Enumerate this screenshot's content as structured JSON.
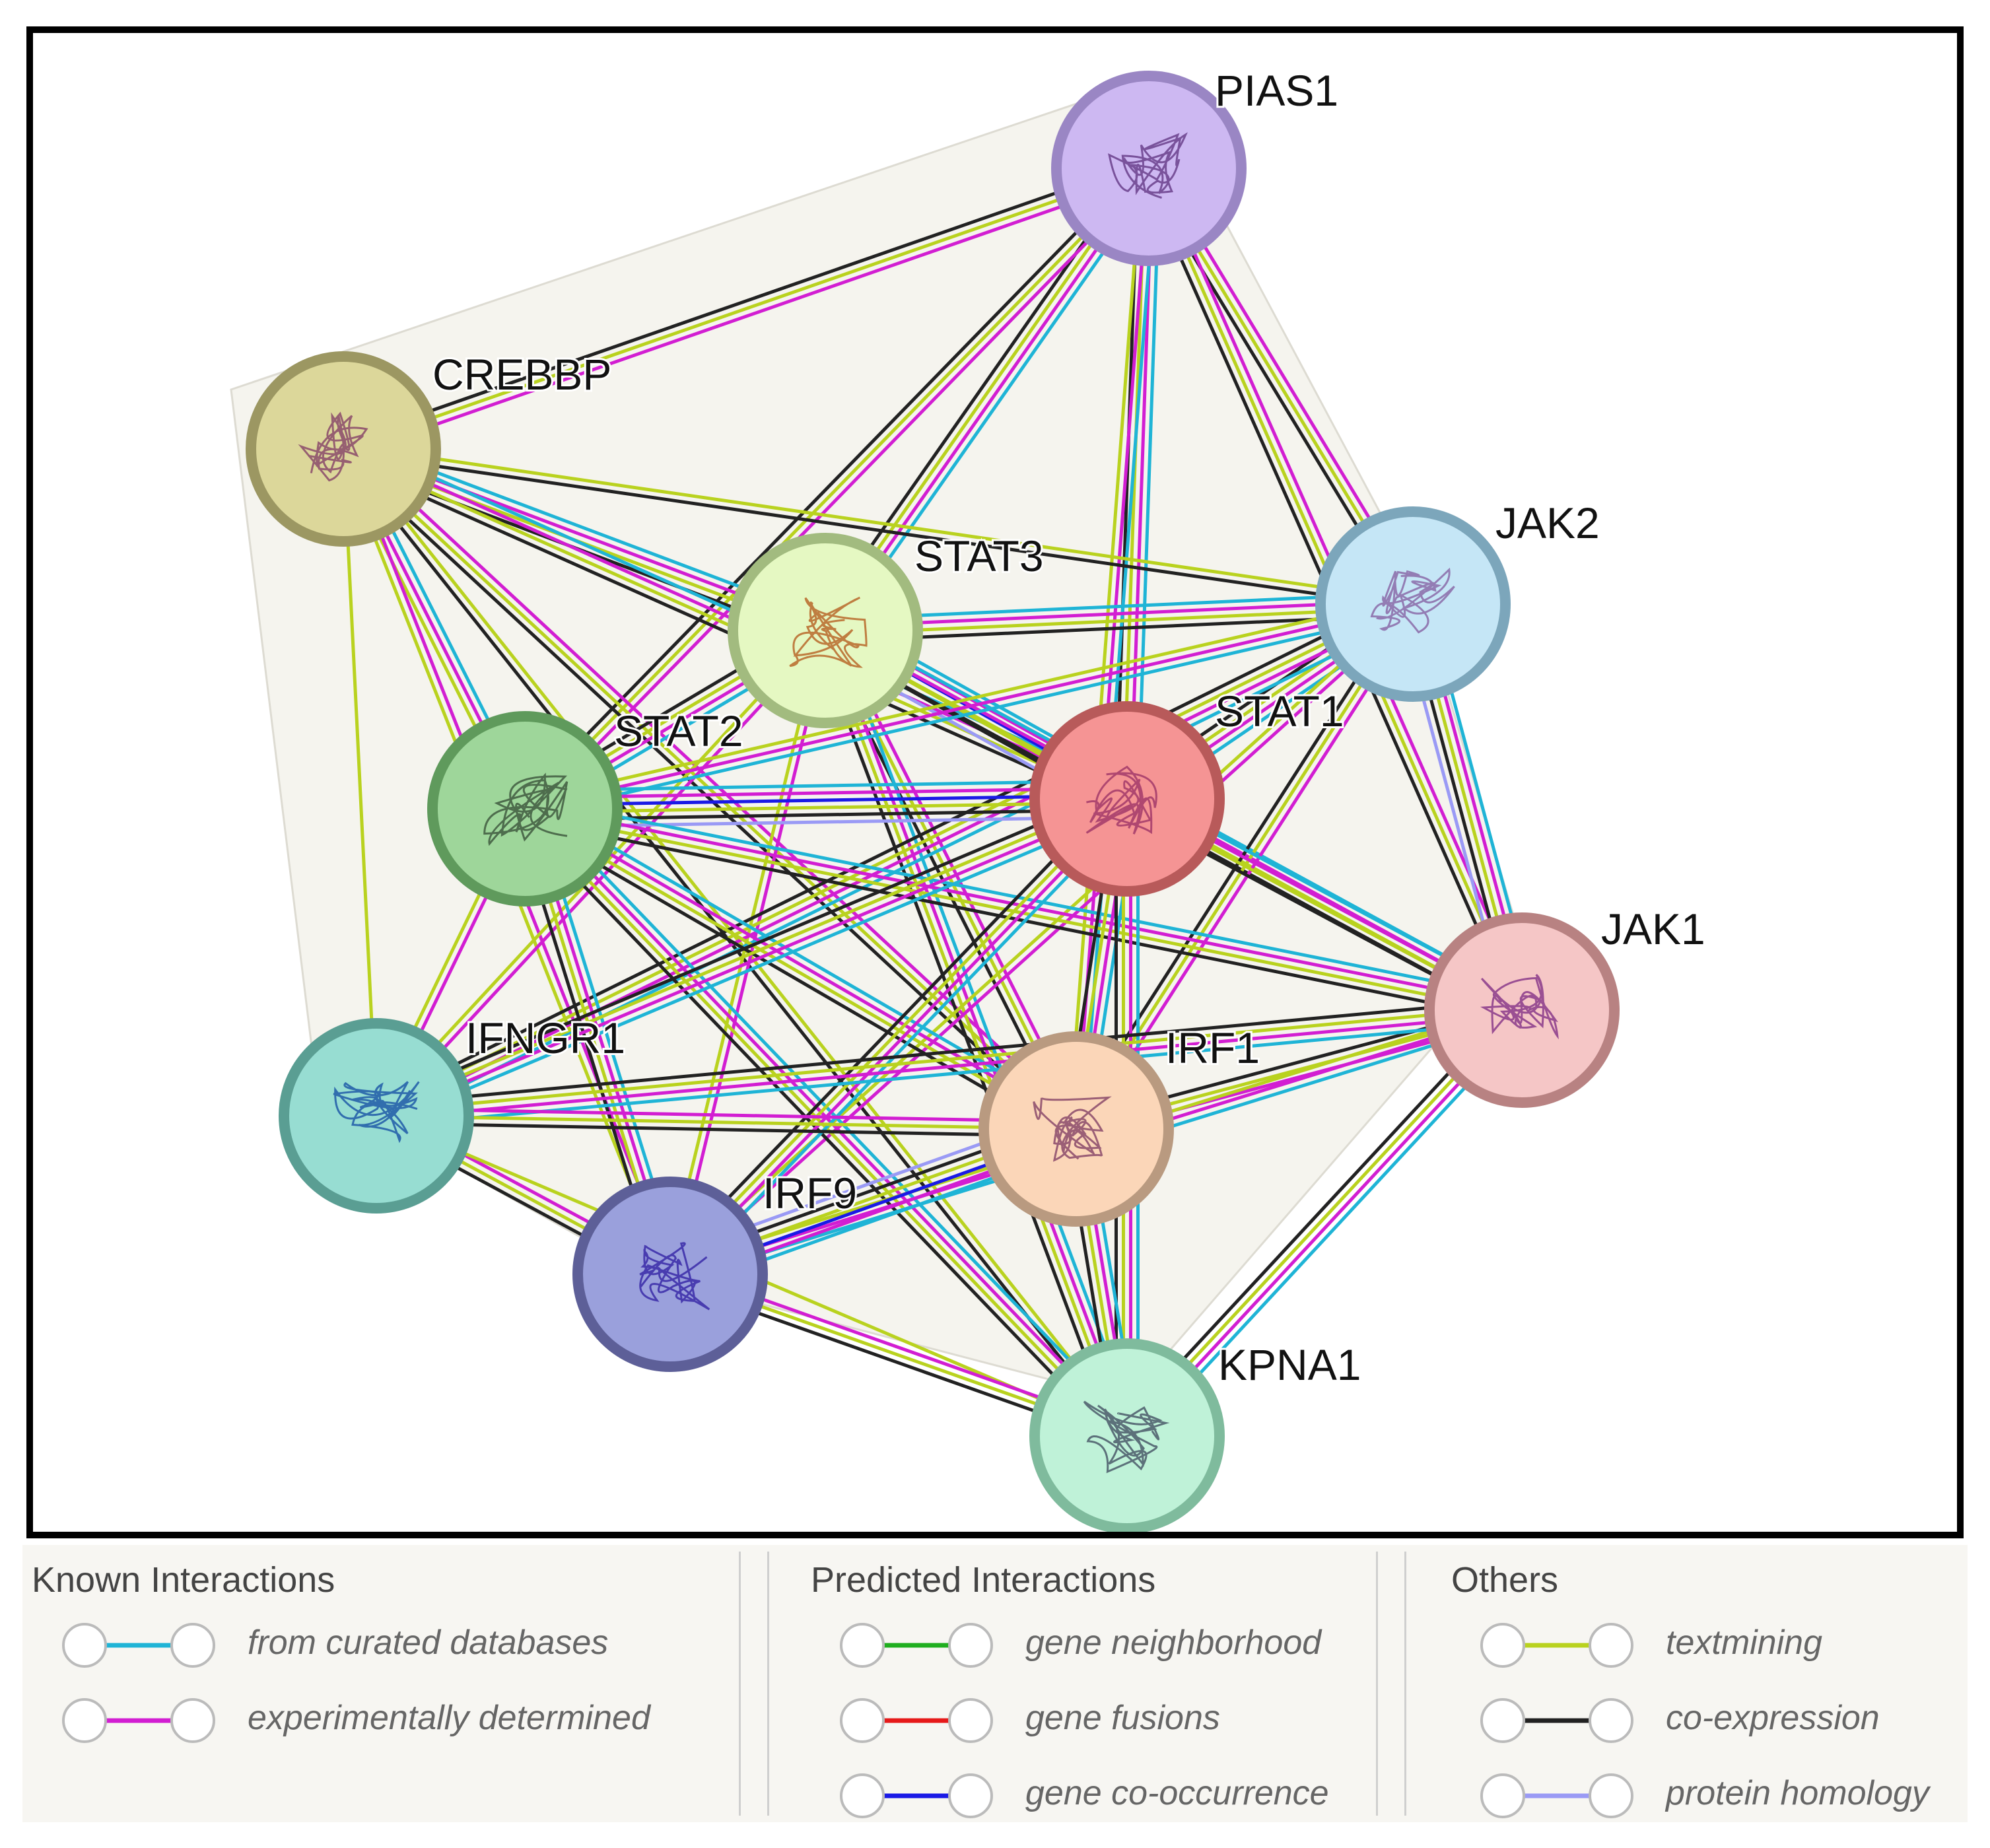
{
  "nodes": [
    {
      "id": "PIAS1",
      "label": "PIAS1",
      "fill": "#cdb8f2",
      "stroke": "#9a86c4",
      "art": "#6a3f8c"
    },
    {
      "id": "CREBBP",
      "label": "CREBBP",
      "fill": "#dcd79a",
      "stroke": "#9c9762",
      "art": "#8a4a6a"
    },
    {
      "id": "STAT3",
      "label": "STAT3",
      "fill": "#e5f8c2",
      "stroke": "#a2bb7f",
      "art": "#b8682a"
    },
    {
      "id": "JAK2",
      "label": "JAK2",
      "fill": "#c5e6f6",
      "stroke": "#7ca6bb",
      "art": "#8a6aa8"
    },
    {
      "id": "STAT2",
      "label": "STAT2",
      "fill": "#9ed69a",
      "stroke": "#5f9a5c",
      "art": "#3f5a3f"
    },
    {
      "id": "STAT1",
      "label": "STAT1",
      "fill": "#f59494",
      "stroke": "#b85a5a",
      "art": "#a23a6a"
    },
    {
      "id": "JAK1",
      "label": "JAK1",
      "fill": "#f5c6c6",
      "stroke": "#b88282",
      "art": "#8a3a8a"
    },
    {
      "id": "IFNGR1",
      "label": "IFNGR1",
      "fill": "#97ddd2",
      "stroke": "#5a9e93",
      "art": "#1f5aa8"
    },
    {
      "id": "IRF1",
      "label": "IRF1",
      "fill": "#fbd6b8",
      "stroke": "#b99a80",
      "art": "#8a4a6a"
    },
    {
      "id": "IRF9",
      "label": "IRF9",
      "fill": "#9aa0dc",
      "stroke": "#5d5f98",
      "art": "#3a2aa8"
    },
    {
      "id": "KPNA1",
      "label": "KPNA1",
      "fill": "#bff2d8",
      "stroke": "#7fbb9d",
      "art": "#4a5a6a"
    }
  ],
  "edges": [
    {
      "a": "PIAS1",
      "b": "CREBBP",
      "evidence": [
        "experimental",
        "textmining",
        "coexpression"
      ]
    },
    {
      "a": "PIAS1",
      "b": "STAT3",
      "evidence": [
        "curated",
        "experimental",
        "textmining",
        "coexpression"
      ]
    },
    {
      "a": "PIAS1",
      "b": "STAT2",
      "evidence": [
        "experimental",
        "textmining",
        "coexpression"
      ]
    },
    {
      "a": "PIAS1",
      "b": "STAT1",
      "evidence": [
        "curated",
        "experimental",
        "textmining",
        "coexpression"
      ]
    },
    {
      "a": "PIAS1",
      "b": "JAK2",
      "evidence": [
        "experimental",
        "textmining",
        "coexpression"
      ]
    },
    {
      "a": "PIAS1",
      "b": "JAK1",
      "evidence": [
        "experimental",
        "textmining",
        "coexpression"
      ]
    },
    {
      "a": "PIAS1",
      "b": "IRF1",
      "evidence": [
        "curated",
        "experimental",
        "textmining"
      ]
    },
    {
      "a": "CREBBP",
      "b": "STAT3",
      "evidence": [
        "curated",
        "experimental",
        "textmining",
        "coexpression"
      ]
    },
    {
      "a": "CREBBP",
      "b": "STAT2",
      "evidence": [
        "curated",
        "experimental",
        "textmining"
      ]
    },
    {
      "a": "CREBBP",
      "b": "STAT1",
      "evidence": [
        "curated",
        "experimental",
        "textmining",
        "coexpression"
      ]
    },
    {
      "a": "CREBBP",
      "b": "JAK2",
      "evidence": [
        "textmining",
        "coexpression"
      ]
    },
    {
      "a": "CREBBP",
      "b": "IRF1",
      "evidence": [
        "experimental",
        "textmining",
        "coexpression"
      ]
    },
    {
      "a": "CREBBP",
      "b": "IRF9",
      "evidence": [
        "experimental",
        "textmining"
      ]
    },
    {
      "a": "CREBBP",
      "b": "IFNGR1",
      "evidence": [
        "textmining"
      ]
    },
    {
      "a": "CREBBP",
      "b": "KPNA1",
      "evidence": [
        "textmining",
        "coexpression"
      ]
    },
    {
      "a": "STAT3",
      "b": "JAK2",
      "evidence": [
        "curated",
        "experimental",
        "textmining",
        "coexpression"
      ]
    },
    {
      "a": "STAT3",
      "b": "STAT1",
      "evidence": [
        "curated",
        "experimental",
        "textmining",
        "coexpression",
        "cooccurrence",
        "homology"
      ]
    },
    {
      "a": "STAT3",
      "b": "STAT2",
      "evidence": [
        "curated",
        "experimental",
        "textmining",
        "coexpression"
      ]
    },
    {
      "a": "STAT3",
      "b": "JAK1",
      "evidence": [
        "curated",
        "experimental",
        "textmining",
        "coexpression"
      ]
    },
    {
      "a": "STAT3",
      "b": "IRF1",
      "evidence": [
        "experimental",
        "textmining",
        "coexpression"
      ]
    },
    {
      "a": "STAT3",
      "b": "IRF9",
      "evidence": [
        "experimental",
        "textmining"
      ]
    },
    {
      "a": "STAT3",
      "b": "IFNGR1",
      "evidence": [
        "experimental",
        "textmining"
      ]
    },
    {
      "a": "STAT3",
      "b": "KPNA1",
      "evidence": [
        "curated",
        "experimental",
        "textmining",
        "coexpression"
      ]
    },
    {
      "a": "JAK2",
      "b": "STAT1",
      "evidence": [
        "curated",
        "experimental",
        "textmining",
        "coexpression"
      ]
    },
    {
      "a": "JAK2",
      "b": "STAT2",
      "evidence": [
        "curated",
        "experimental",
        "textmining"
      ]
    },
    {
      "a": "JAK2",
      "b": "JAK1",
      "evidence": [
        "curated",
        "experimental",
        "textmining",
        "coexpression",
        "homology"
      ]
    },
    {
      "a": "JAK2",
      "b": "IRF1",
      "evidence": [
        "experimental",
        "textmining",
        "coexpression"
      ]
    },
    {
      "a": "JAK2",
      "b": "IRF9",
      "evidence": [
        "experimental",
        "textmining"
      ]
    },
    {
      "a": "JAK2",
      "b": "IFNGR1",
      "evidence": [
        "curated",
        "experimental",
        "textmining",
        "coexpression"
      ]
    },
    {
      "a": "STAT2",
      "b": "STAT1",
      "evidence": [
        "curated",
        "experimental",
        "textmining",
        "coexpression",
        "cooccurrence",
        "homology"
      ]
    },
    {
      "a": "STAT2",
      "b": "JAK1",
      "evidence": [
        "curated",
        "experimental",
        "textmining",
        "coexpression"
      ]
    },
    {
      "a": "STAT2",
      "b": "IRF1",
      "evidence": [
        "curated",
        "experimental",
        "textmining",
        "coexpression"
      ]
    },
    {
      "a": "STAT2",
      "b": "IRF9",
      "evidence": [
        "curated",
        "experimental",
        "textmining",
        "coexpression"
      ]
    },
    {
      "a": "STAT2",
      "b": "IFNGR1",
      "evidence": [
        "experimental",
        "textmining"
      ]
    },
    {
      "a": "STAT2",
      "b": "KPNA1",
      "evidence": [
        "curated",
        "experimental",
        "textmining",
        "coexpression"
      ]
    },
    {
      "a": "STAT1",
      "b": "JAK1",
      "evidence": [
        "curated",
        "experimental",
        "textmining",
        "coexpression"
      ]
    },
    {
      "a": "STAT1",
      "b": "IRF1",
      "evidence": [
        "curated",
        "experimental",
        "textmining",
        "coexpression"
      ]
    },
    {
      "a": "STAT1",
      "b": "IRF9",
      "evidence": [
        "curated",
        "experimental",
        "textmining",
        "coexpression"
      ]
    },
    {
      "a": "STAT1",
      "b": "IFNGR1",
      "evidence": [
        "curated",
        "experimental",
        "textmining",
        "coexpression"
      ]
    },
    {
      "a": "STAT1",
      "b": "KPNA1",
      "evidence": [
        "curated",
        "experimental",
        "textmining",
        "coexpression"
      ]
    },
    {
      "a": "JAK1",
      "b": "IRF1",
      "evidence": [
        "experimental",
        "textmining",
        "coexpression"
      ]
    },
    {
      "a": "JAK1",
      "b": "IRF9",
      "evidence": [
        "curated",
        "experimental",
        "textmining"
      ]
    },
    {
      "a": "JAK1",
      "b": "IFNGR1",
      "evidence": [
        "curated",
        "experimental",
        "textmining",
        "coexpression"
      ]
    },
    {
      "a": "JAK1",
      "b": "KPNA1",
      "evidence": [
        "curated",
        "experimental",
        "textmining",
        "coexpression"
      ]
    },
    {
      "a": "IFNGR1",
      "b": "IRF1",
      "evidence": [
        "experimental",
        "textmining",
        "coexpression"
      ]
    },
    {
      "a": "IFNGR1",
      "b": "IRF9",
      "evidence": [
        "experimental",
        "textmining",
        "coexpression"
      ]
    },
    {
      "a": "IFNGR1",
      "b": "KPNA1",
      "evidence": [
        "textmining"
      ]
    },
    {
      "a": "IRF1",
      "b": "IRF9",
      "evidence": [
        "curated",
        "experimental",
        "textmining",
        "coexpression",
        "cooccurrence",
        "homology"
      ]
    },
    {
      "a": "IRF1",
      "b": "KPNA1",
      "evidence": [
        "curated",
        "experimental",
        "textmining",
        "coexpression"
      ]
    },
    {
      "a": "IRF9",
      "b": "KPNA1",
      "evidence": [
        "experimental",
        "textmining",
        "coexpression"
      ]
    }
  ],
  "evidence_colors": {
    "curated": "#1fb4d6",
    "experimental": "#d21ed2",
    "neighborhood": "#1fae1f",
    "fusion": "#e61a1a",
    "cooccurrence": "#1a1ae6",
    "textmining": "#b9d21f",
    "coexpression": "#222222",
    "homology": "#9a9af5"
  },
  "legend": {
    "known": {
      "title": "Known Interactions",
      "items": [
        {
          "label": "from curated databases",
          "color": "#1fb4d6"
        },
        {
          "label": "experimentally determined",
          "color": "#d21ed2"
        }
      ]
    },
    "predicted": {
      "title": "Predicted Interactions",
      "items": [
        {
          "label": "gene neighborhood",
          "color": "#1fae1f"
        },
        {
          "label": "gene fusions",
          "color": "#e61a1a"
        },
        {
          "label": "gene co-occurrence",
          "color": "#1a1ae6"
        }
      ]
    },
    "others": {
      "title": "Others",
      "items": [
        {
          "label": "textmining",
          "color": "#b9d21f"
        },
        {
          "label": "co-expression",
          "color": "#222222"
        },
        {
          "label": "protein homology",
          "color": "#9a9af5"
        }
      ]
    }
  }
}
